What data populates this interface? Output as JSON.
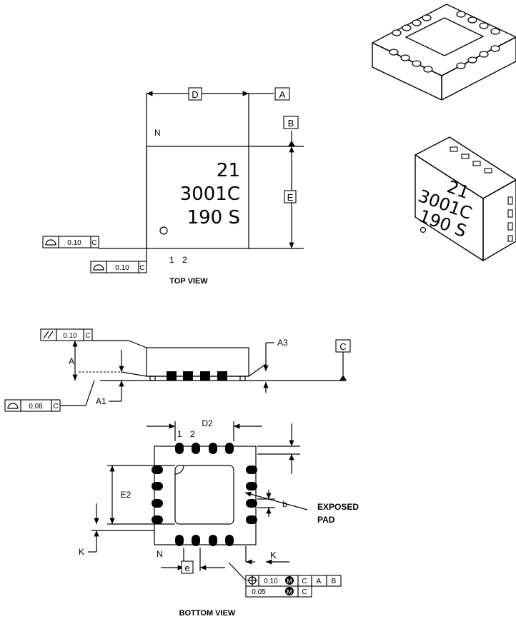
{
  "datums": {
    "A": "A",
    "B": "B",
    "C": "C"
  },
  "dims": {
    "D": "D",
    "E": "E",
    "N_top": "N",
    "N_bottom": "N",
    "A": "A",
    "A1": "A1",
    "A3": "A3",
    "D2": "D2",
    "E2": "E2",
    "b": "b",
    "e": "e",
    "K_left": "K",
    "K_right": "K"
  },
  "top_view": {
    "marking_line1": "21",
    "marking_line2": "3001C",
    "marking_line3": "190 S",
    "pin1": "1",
    "pin2": "2",
    "title": "TOP VIEW"
  },
  "tolerances": {
    "flatness_top1": "0.10",
    "flatness_top1_ref": "C",
    "flatness_top2": "0.10",
    "flatness_top2_ref": "C",
    "parallel_value": "0.10",
    "parallel_ref": "C",
    "coplanarity_value": "0.08",
    "coplanarity_ref": "C",
    "pos_value": "0.10",
    "pos_refs": [
      "C",
      "A",
      "B"
    ],
    "pos2_value": "0.05",
    "pos2_ref": "C"
  },
  "bottom_view": {
    "pin1": "1",
    "pin2": "2",
    "exposed_pad_line1": "EXPOSED",
    "exposed_pad_line2": "PAD",
    "title": "BOTTOM VIEW"
  },
  "iso_view": {
    "line1": "21",
    "line2": "3001C",
    "line3": "190 S"
  }
}
